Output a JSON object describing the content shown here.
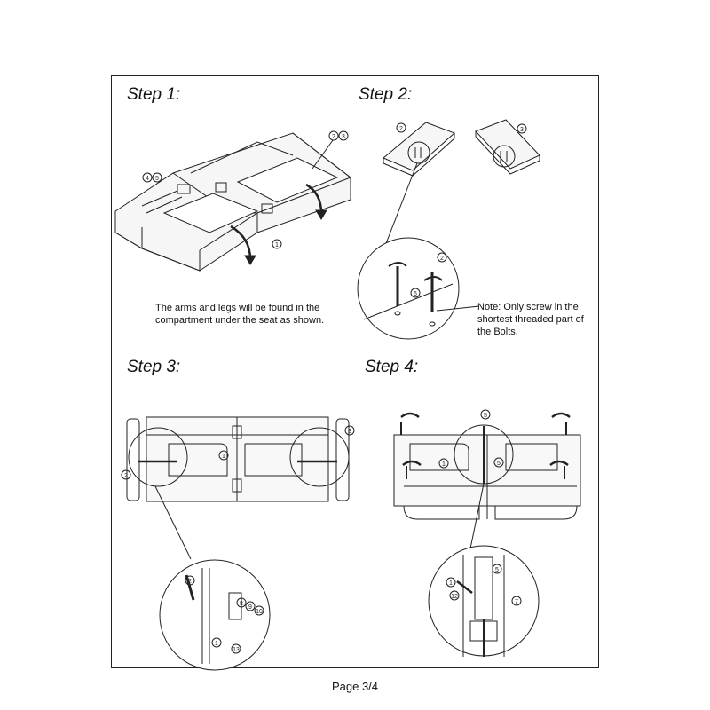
{
  "steps": [
    {
      "title": "Step 1:",
      "note": "The arms and legs will be found in the compartment under the seat as shown."
    },
    {
      "title": "Step 2:",
      "note": "Note: Only screw in the shortest threaded part of the Bolts."
    },
    {
      "title": "Step 3:"
    },
    {
      "title": "Step 4:"
    }
  ],
  "callouts": {
    "c1": "1",
    "c2": "2",
    "c3": "3",
    "c4": "4",
    "c5": "5",
    "c6": "6",
    "c7": "7",
    "c8": "8",
    "c9": "9",
    "c10": "10",
    "c12": "12",
    "c13": "13"
  },
  "footer": {
    "page": "Page 3/4"
  }
}
